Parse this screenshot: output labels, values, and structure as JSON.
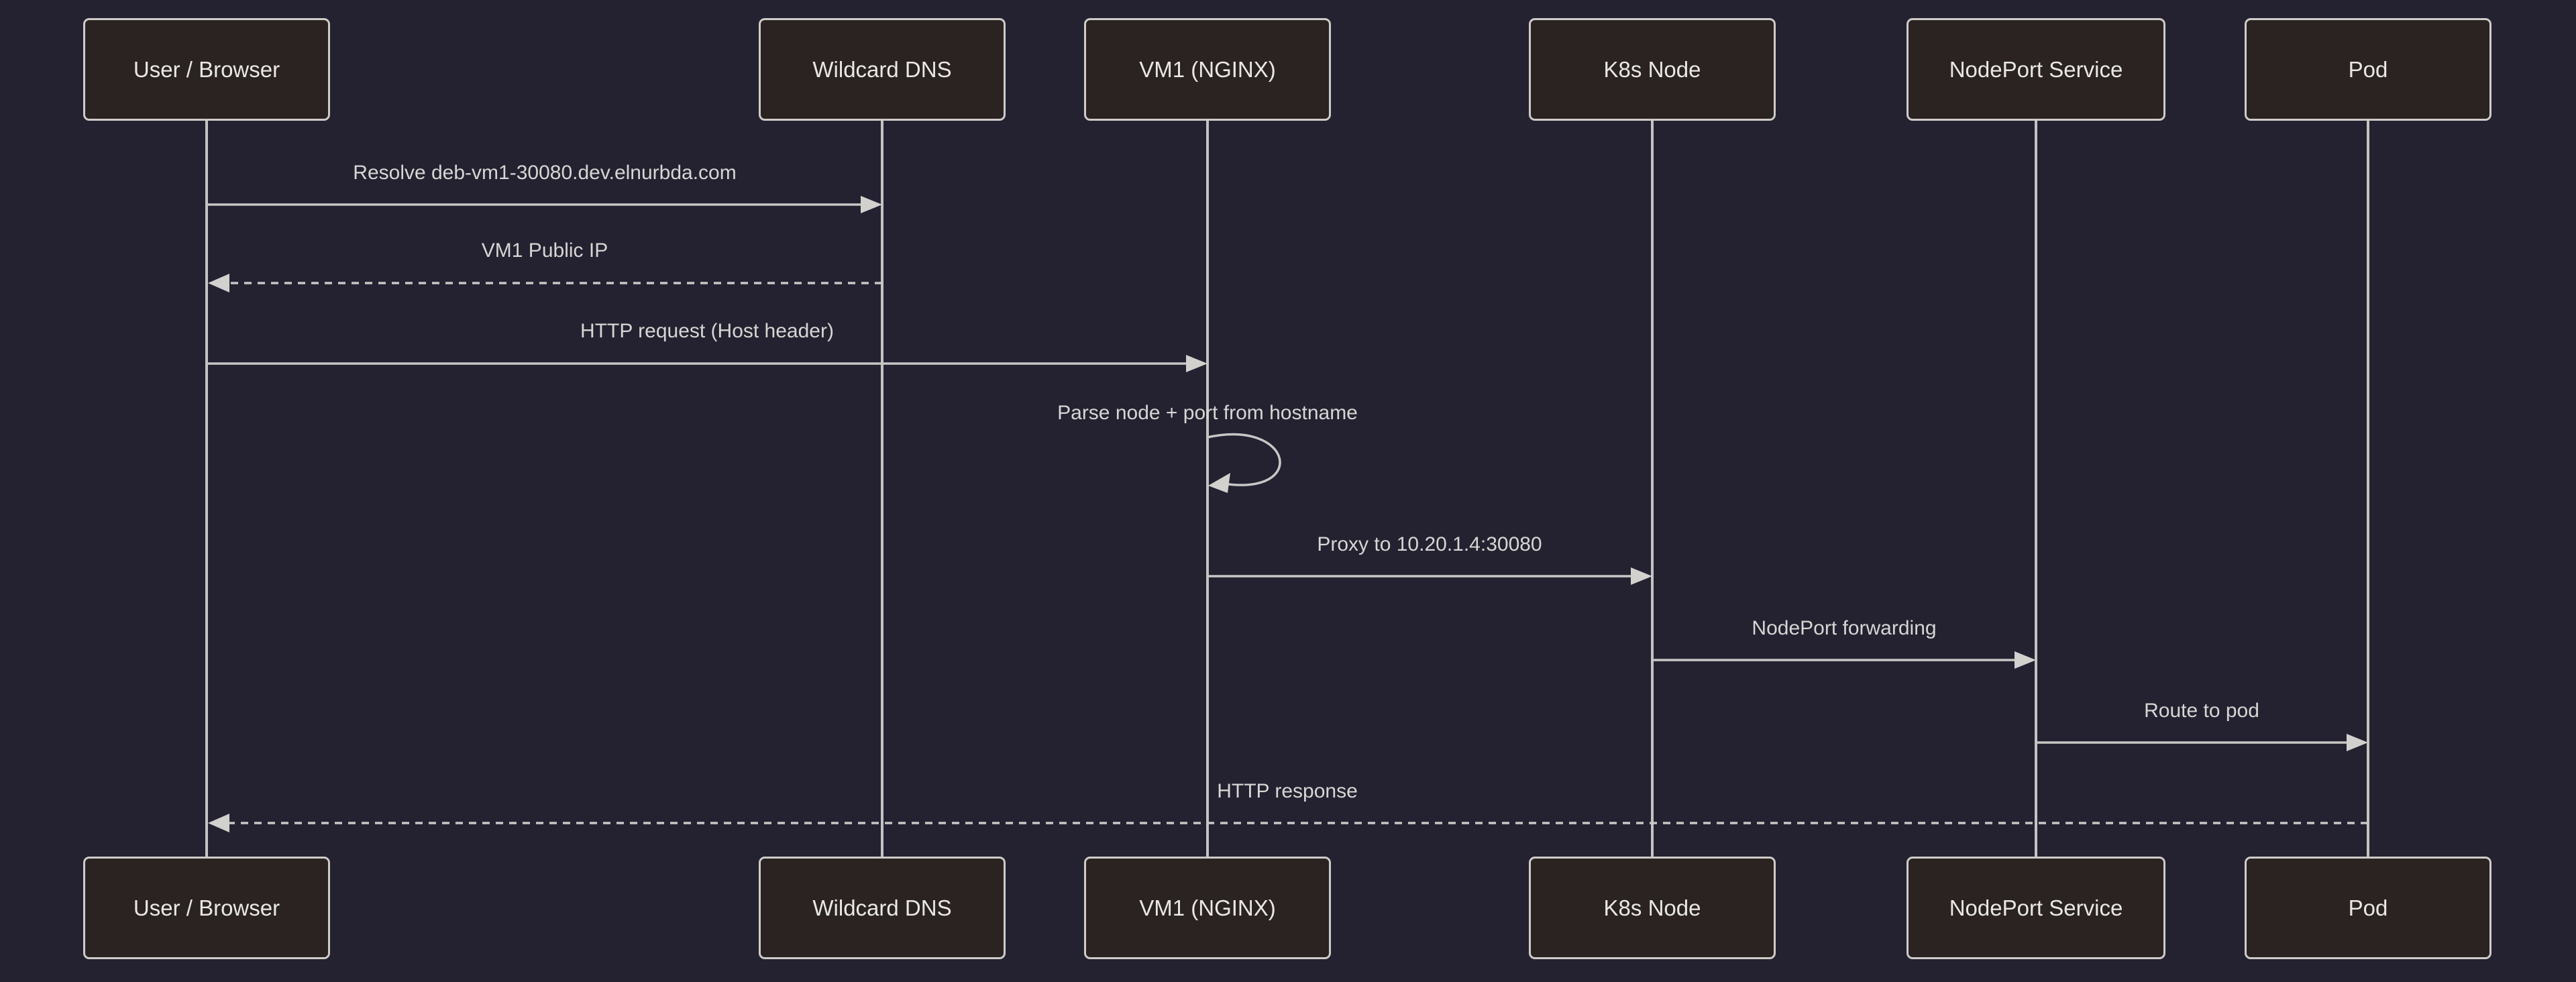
{
  "diagram": {
    "type": "sequence-diagram",
    "actors": [
      {
        "id": "user-browser",
        "label": "User / Browser"
      },
      {
        "id": "wildcard-dns",
        "label": "Wildcard DNS"
      },
      {
        "id": "vm1-nginx",
        "label": "VM1 (NGINX)"
      },
      {
        "id": "k8s-node",
        "label": "K8s Node"
      },
      {
        "id": "nodeport-service",
        "label": "NodePort Service"
      },
      {
        "id": "pod",
        "label": "Pod"
      }
    ],
    "messages": [
      {
        "from": "User / Browser",
        "to": "Wildcard DNS",
        "label": "Resolve deb-vm1-30080.dev.elnurbda.com",
        "line": "solid",
        "direction": "right"
      },
      {
        "from": "Wildcard DNS",
        "to": "User / Browser",
        "label": "VM1 Public IP",
        "line": "dashed",
        "direction": "left"
      },
      {
        "from": "User / Browser",
        "to": "VM1 (NGINX)",
        "label": "HTTP request (Host header)",
        "line": "solid",
        "direction": "right"
      },
      {
        "from": "VM1 (NGINX)",
        "to": "VM1 (NGINX)",
        "label": "Parse node + port from hostname",
        "line": "solid",
        "direction": "self"
      },
      {
        "from": "VM1 (NGINX)",
        "to": "K8s Node",
        "label": "Proxy to 10.20.1.4:30080",
        "line": "solid",
        "direction": "right"
      },
      {
        "from": "K8s Node",
        "to": "NodePort Service",
        "label": "NodePort forwarding",
        "line": "solid",
        "direction": "right"
      },
      {
        "from": "NodePort Service",
        "to": "Pod",
        "label": "Route to pod",
        "line": "solid",
        "direction": "right"
      },
      {
        "from": "Pod",
        "to": "User / Browser",
        "label": "HTTP response",
        "line": "dashed",
        "direction": "left"
      }
    ],
    "colors": {
      "background": "#242231",
      "actor_fill": "#2a2322",
      "actor_border": "#cfccc8",
      "actor_text": "#eae8e4",
      "line": "#c9c7c5",
      "arrowhead": "#d3d1ce",
      "message_text": "#d8d6d3"
    }
  }
}
